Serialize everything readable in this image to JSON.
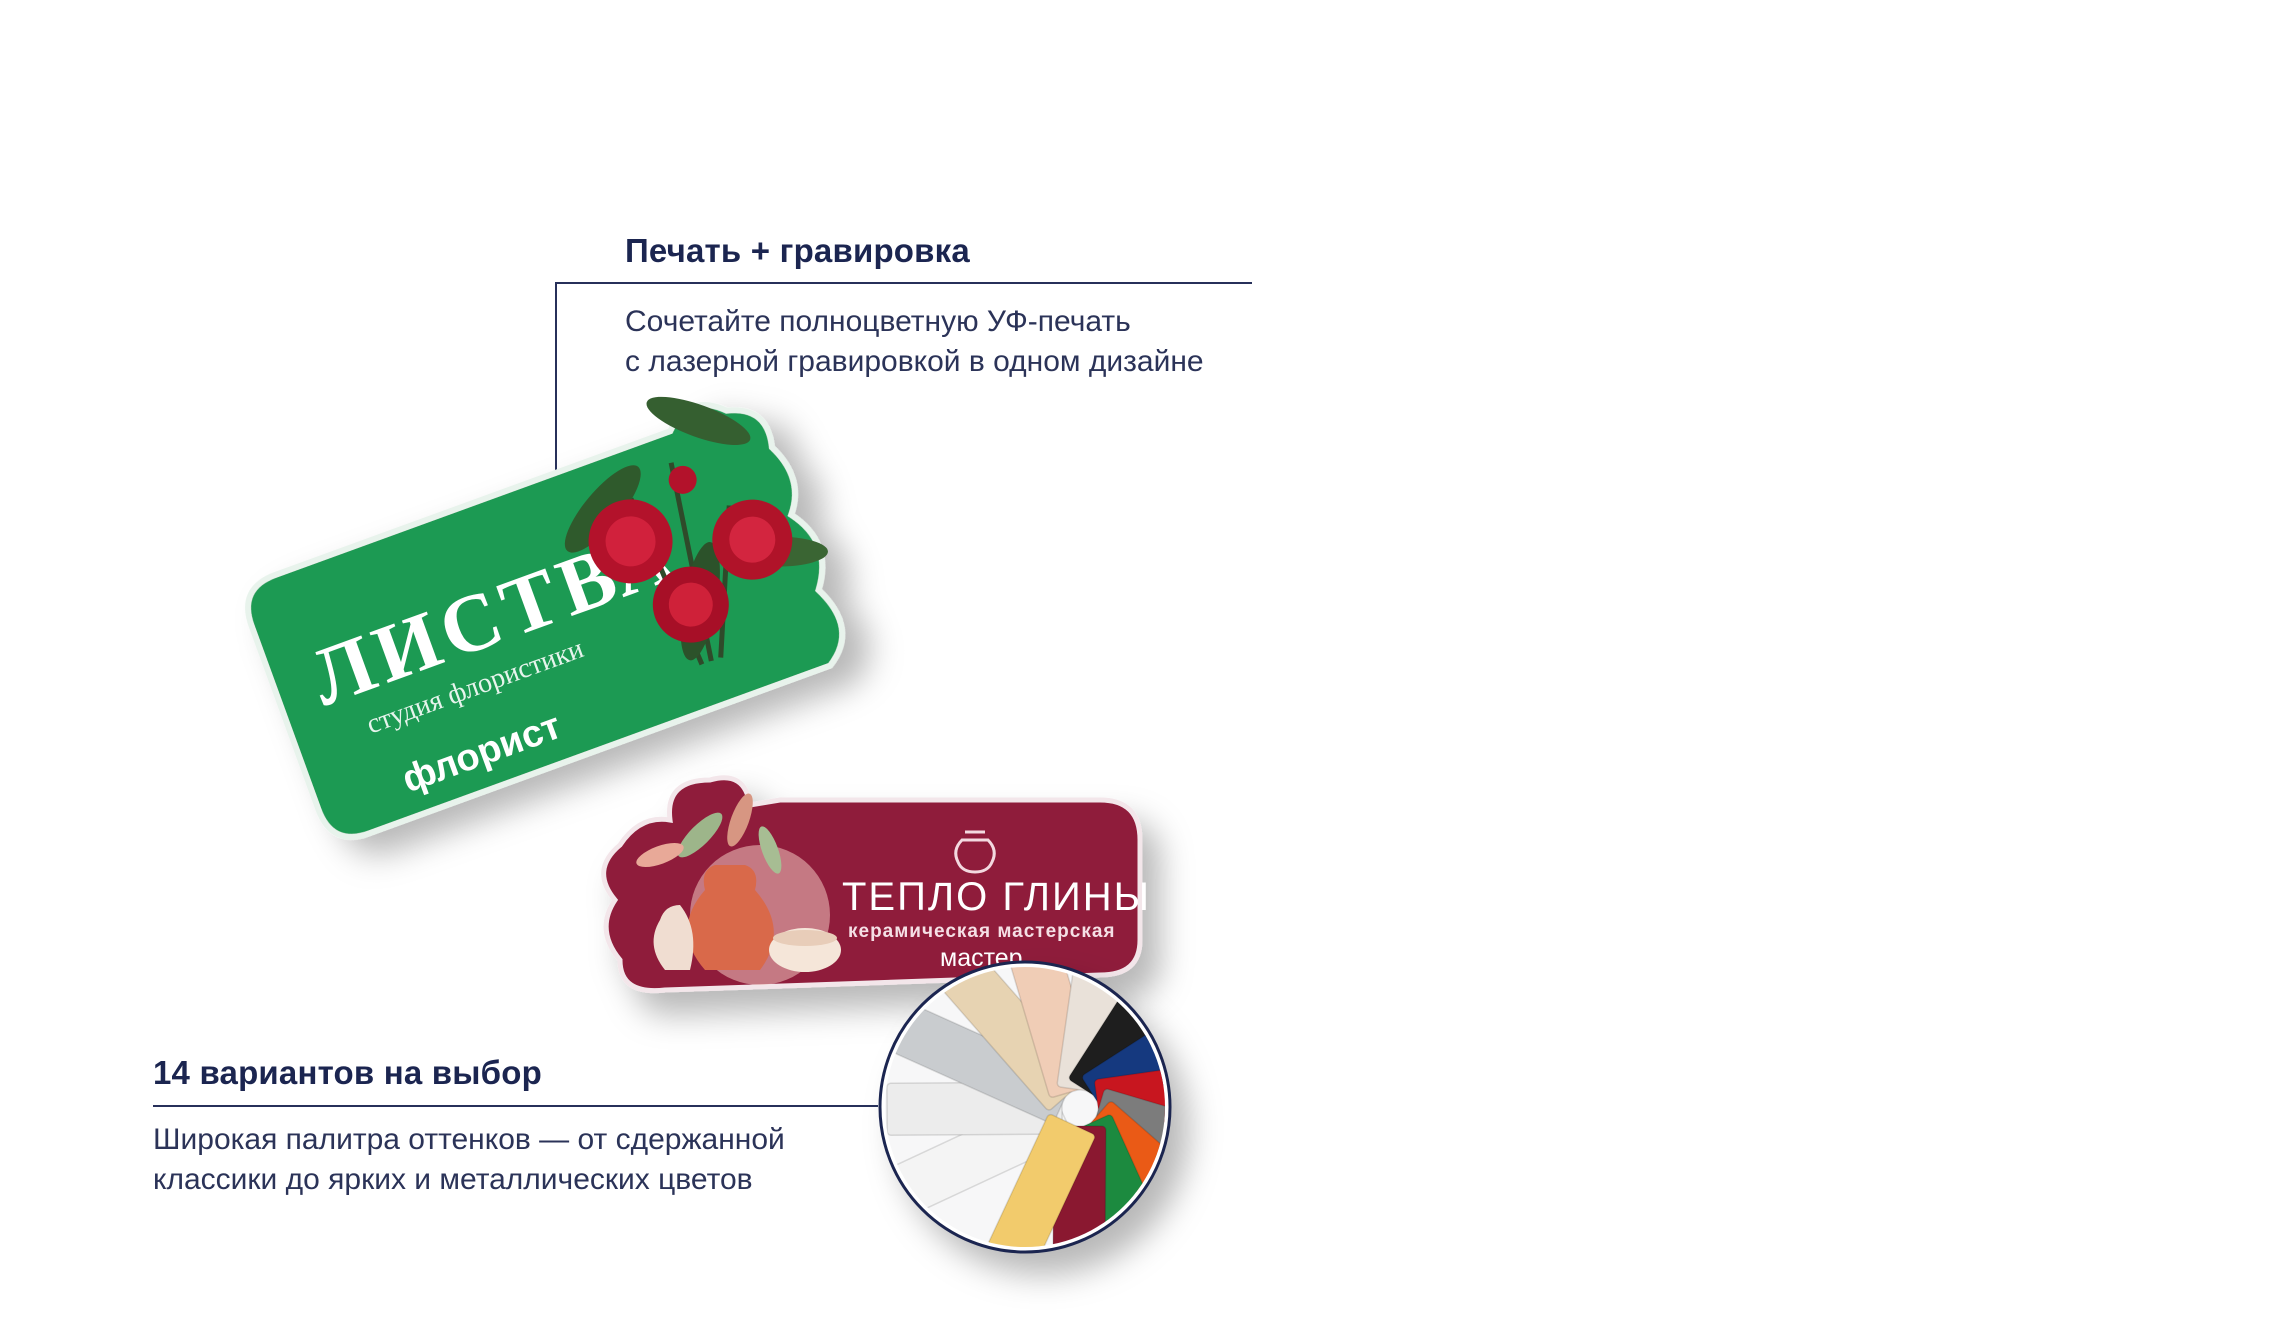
{
  "features": [
    {
      "title": "Печать + гравировка",
      "line1": "Сочетайте полноцветную УФ-печать",
      "line2": "с лазерной гравировкой в одном дизайне"
    },
    {
      "title": "14 вариантов на выбор",
      "line1": "Широкая палитра оттенков — от сдержанной",
      "line2": "классики до ярких и металлических цветов"
    }
  ],
  "badge_florist": {
    "brand": "ЛИСТВА",
    "subtitle": "студия флористики",
    "role": "флорист",
    "color": "#1f9a53"
  },
  "badge_ceramic": {
    "brand": "ТЕПЛО ГЛИНЫ",
    "subtitle": "керамическая мастерская",
    "role": "мастер",
    "color": "#8f1a3a"
  },
  "swatches": [
    "#f4f4f4",
    "#ececec",
    "#c9cccf",
    "#e7d3b2",
    "#f0cdb6",
    "#e9e1d9",
    "#1e1e1e",
    "#15397f",
    "#c8161f",
    "#7c7c7c",
    "#ea5a16",
    "#1c8a3f",
    "#8a1830",
    "#f2cb6c"
  ],
  "accent_color": "#1b2550"
}
